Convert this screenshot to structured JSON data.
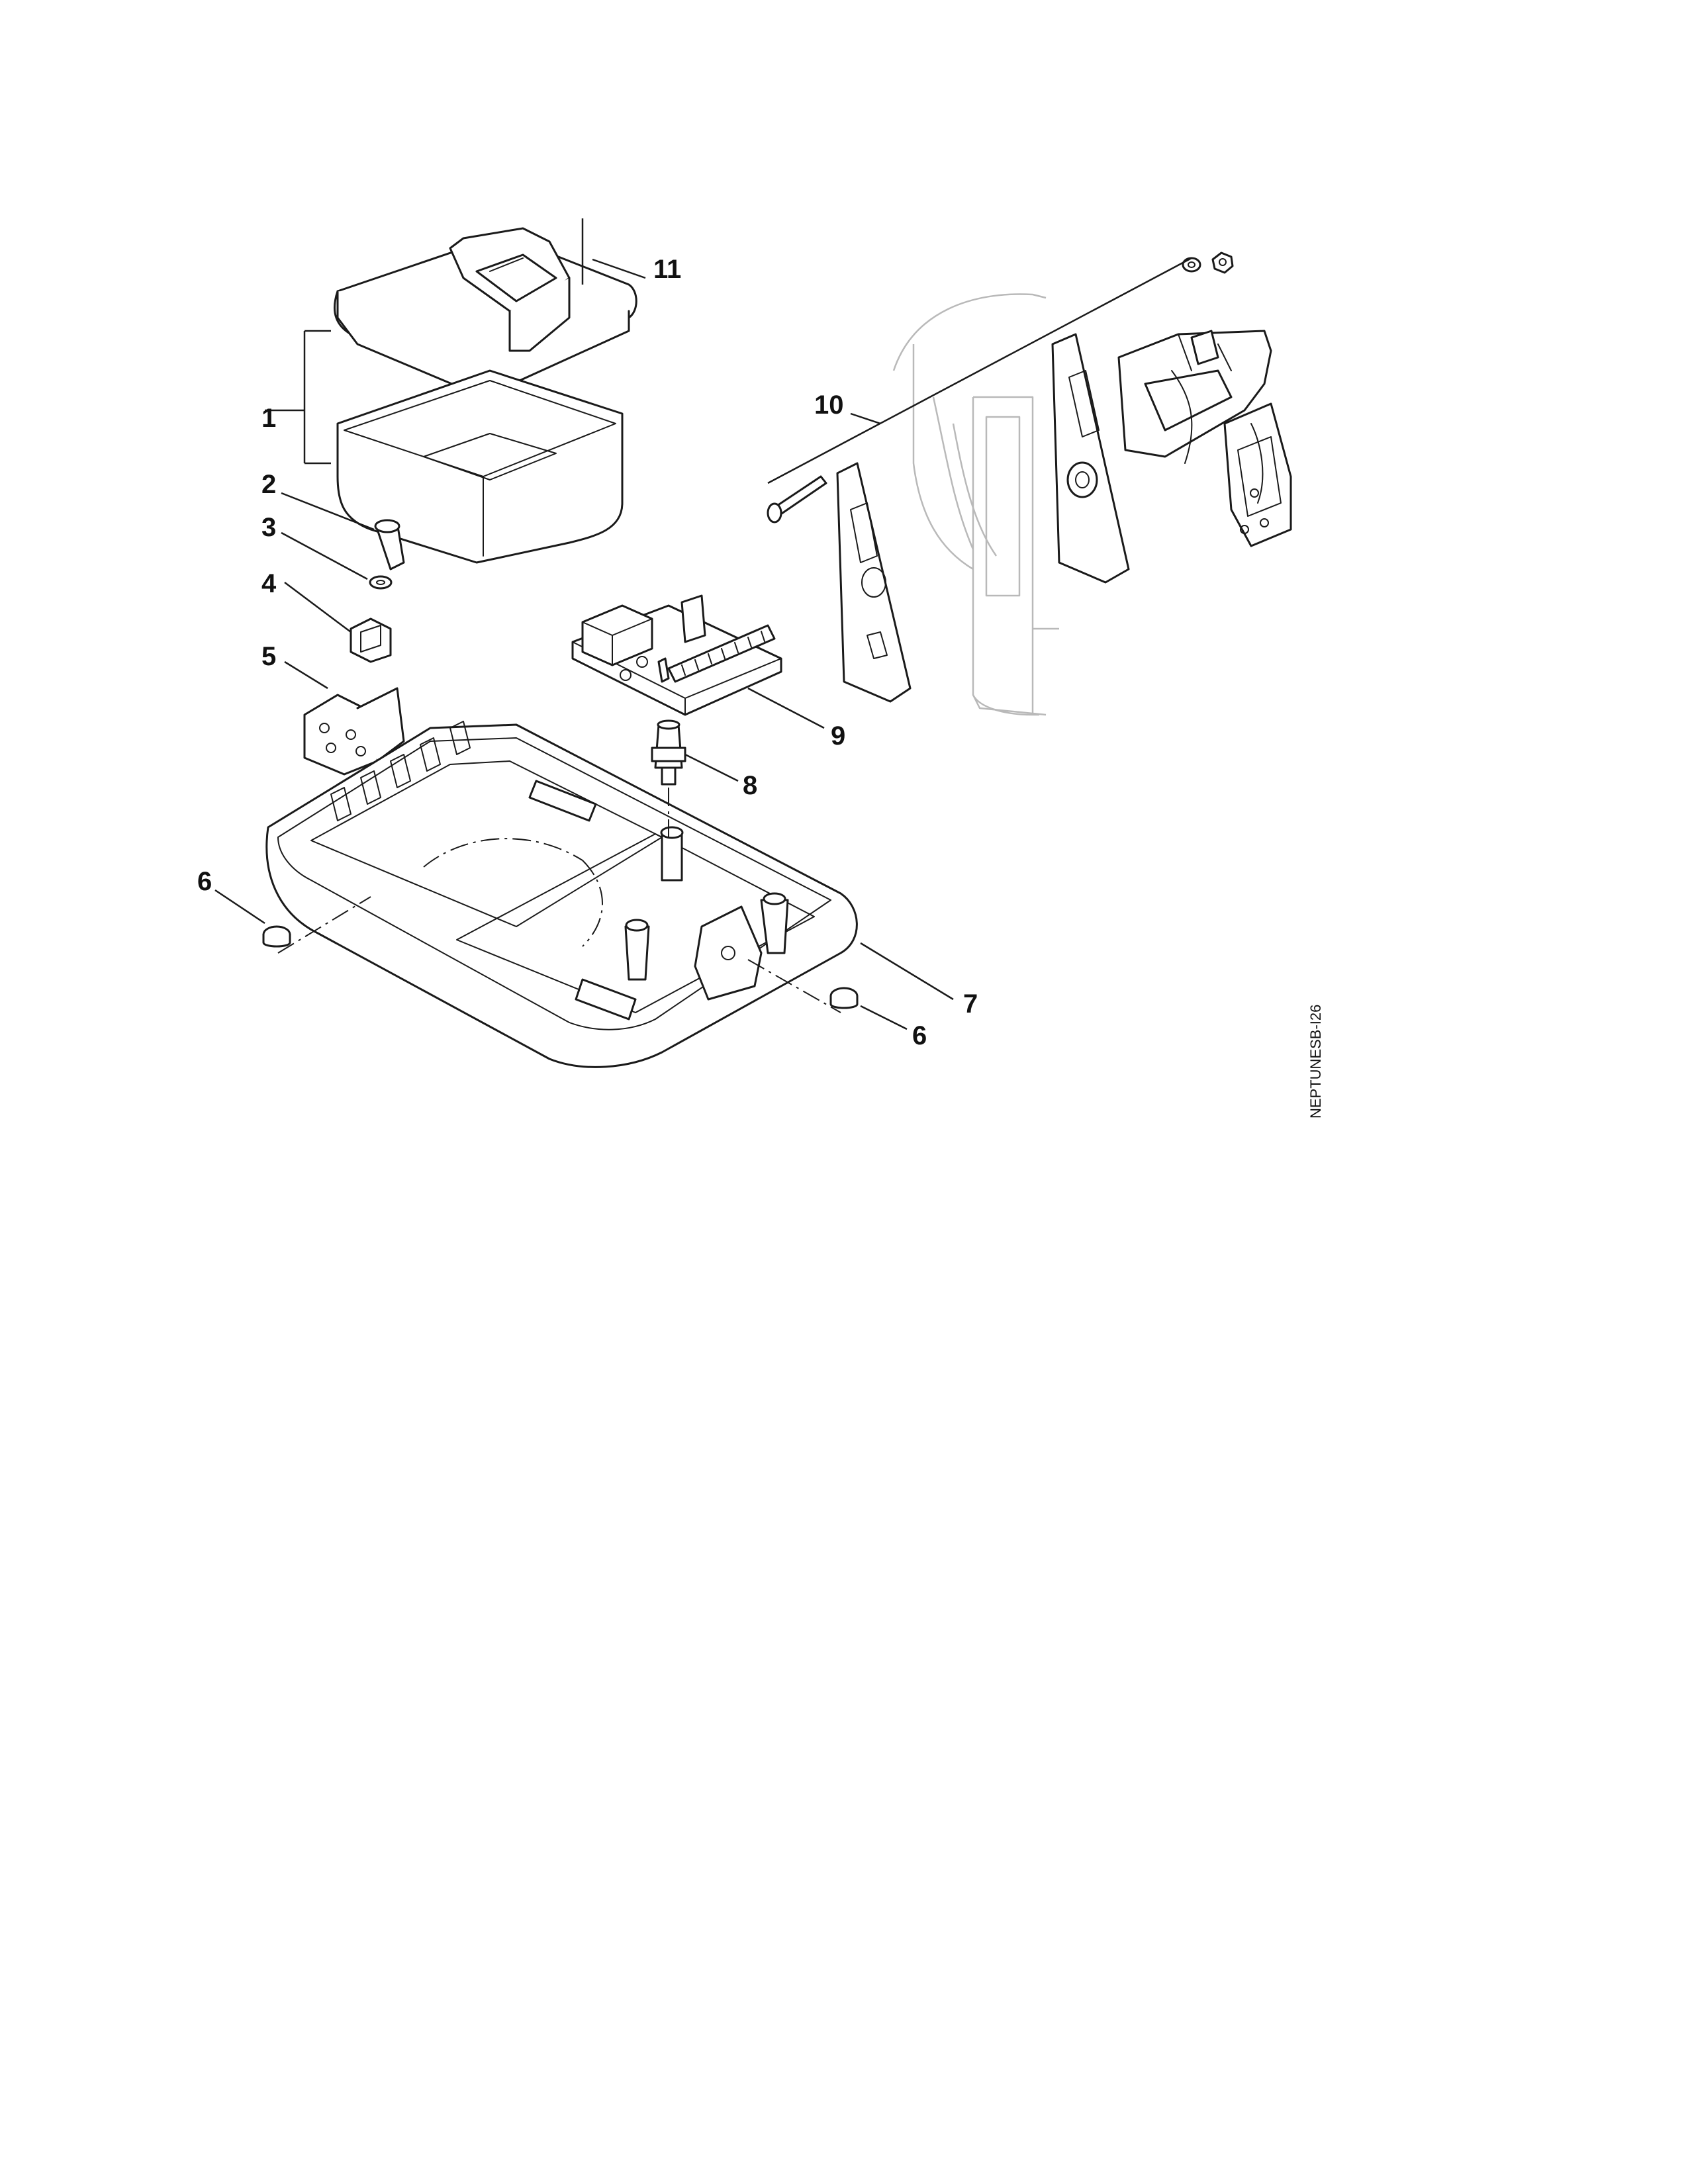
{
  "drawing_id": "NEPTUNESB-I26",
  "callouts": [
    {
      "id": "c1",
      "label": "1"
    },
    {
      "id": "c2",
      "label": "2"
    },
    {
      "id": "c3",
      "label": "3"
    },
    {
      "id": "c4",
      "label": "4"
    },
    {
      "id": "c5",
      "label": "5"
    },
    {
      "id": "c6a",
      "label": "6"
    },
    {
      "id": "c6b",
      "label": "6"
    },
    {
      "id": "c7",
      "label": "7"
    },
    {
      "id": "c8",
      "label": "8"
    },
    {
      "id": "c9",
      "label": "9"
    },
    {
      "id": "c10",
      "label": "10"
    },
    {
      "id": "c11",
      "label": "11"
    }
  ]
}
